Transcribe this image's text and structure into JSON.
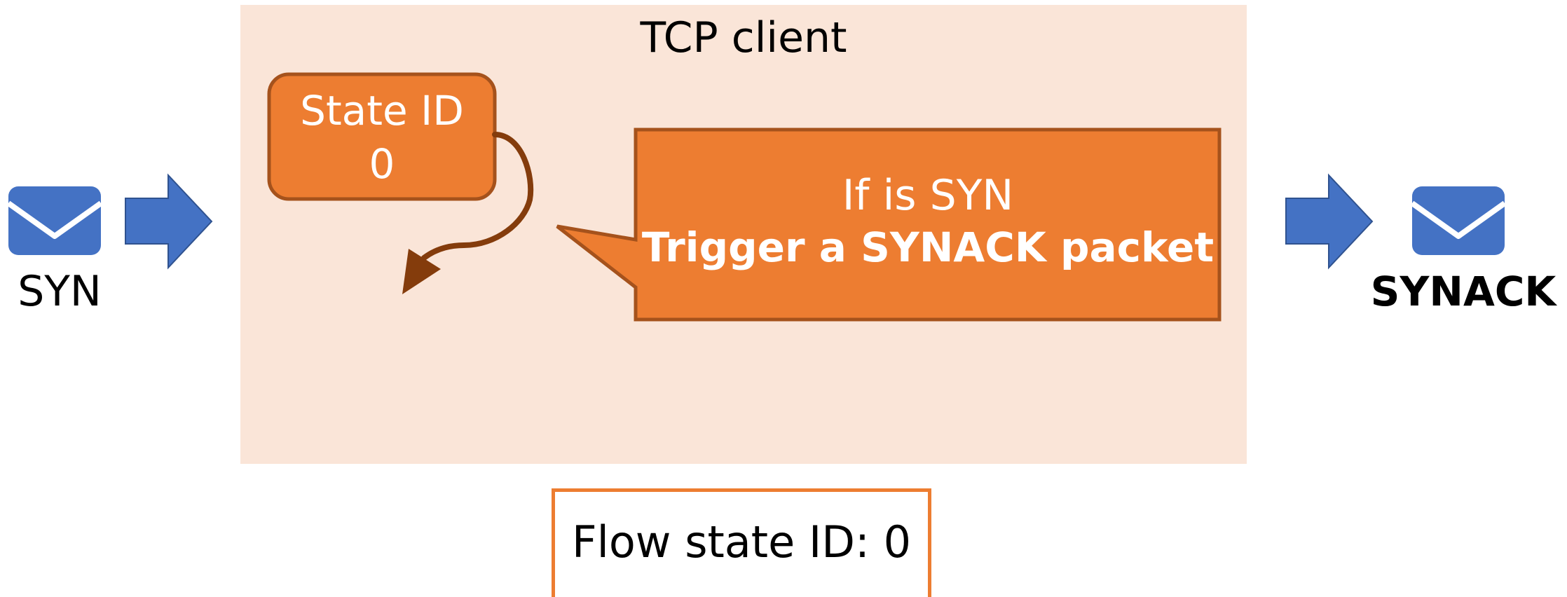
{
  "client": {
    "title": "TCP client"
  },
  "state_box": {
    "label": "State ID",
    "value": "0"
  },
  "callout": {
    "condition": "If is SYN",
    "action": "Trigger a SYNACK packet"
  },
  "input_packet": {
    "label": "SYN",
    "icon": "envelope-icon"
  },
  "output_packet": {
    "label": "SYNACK",
    "icon": "envelope-icon"
  },
  "flow_state": {
    "label": "Flow state ID: 0"
  },
  "colors": {
    "client_background": "#FAE5D8",
    "state_fill": "#ED7D31",
    "state_border": "#A5521C",
    "loop_arrow": "#843C0C",
    "packet_blue": "#4472C4",
    "arrow_outline": "#2F528F",
    "flow_border": "#ED7D31"
  }
}
